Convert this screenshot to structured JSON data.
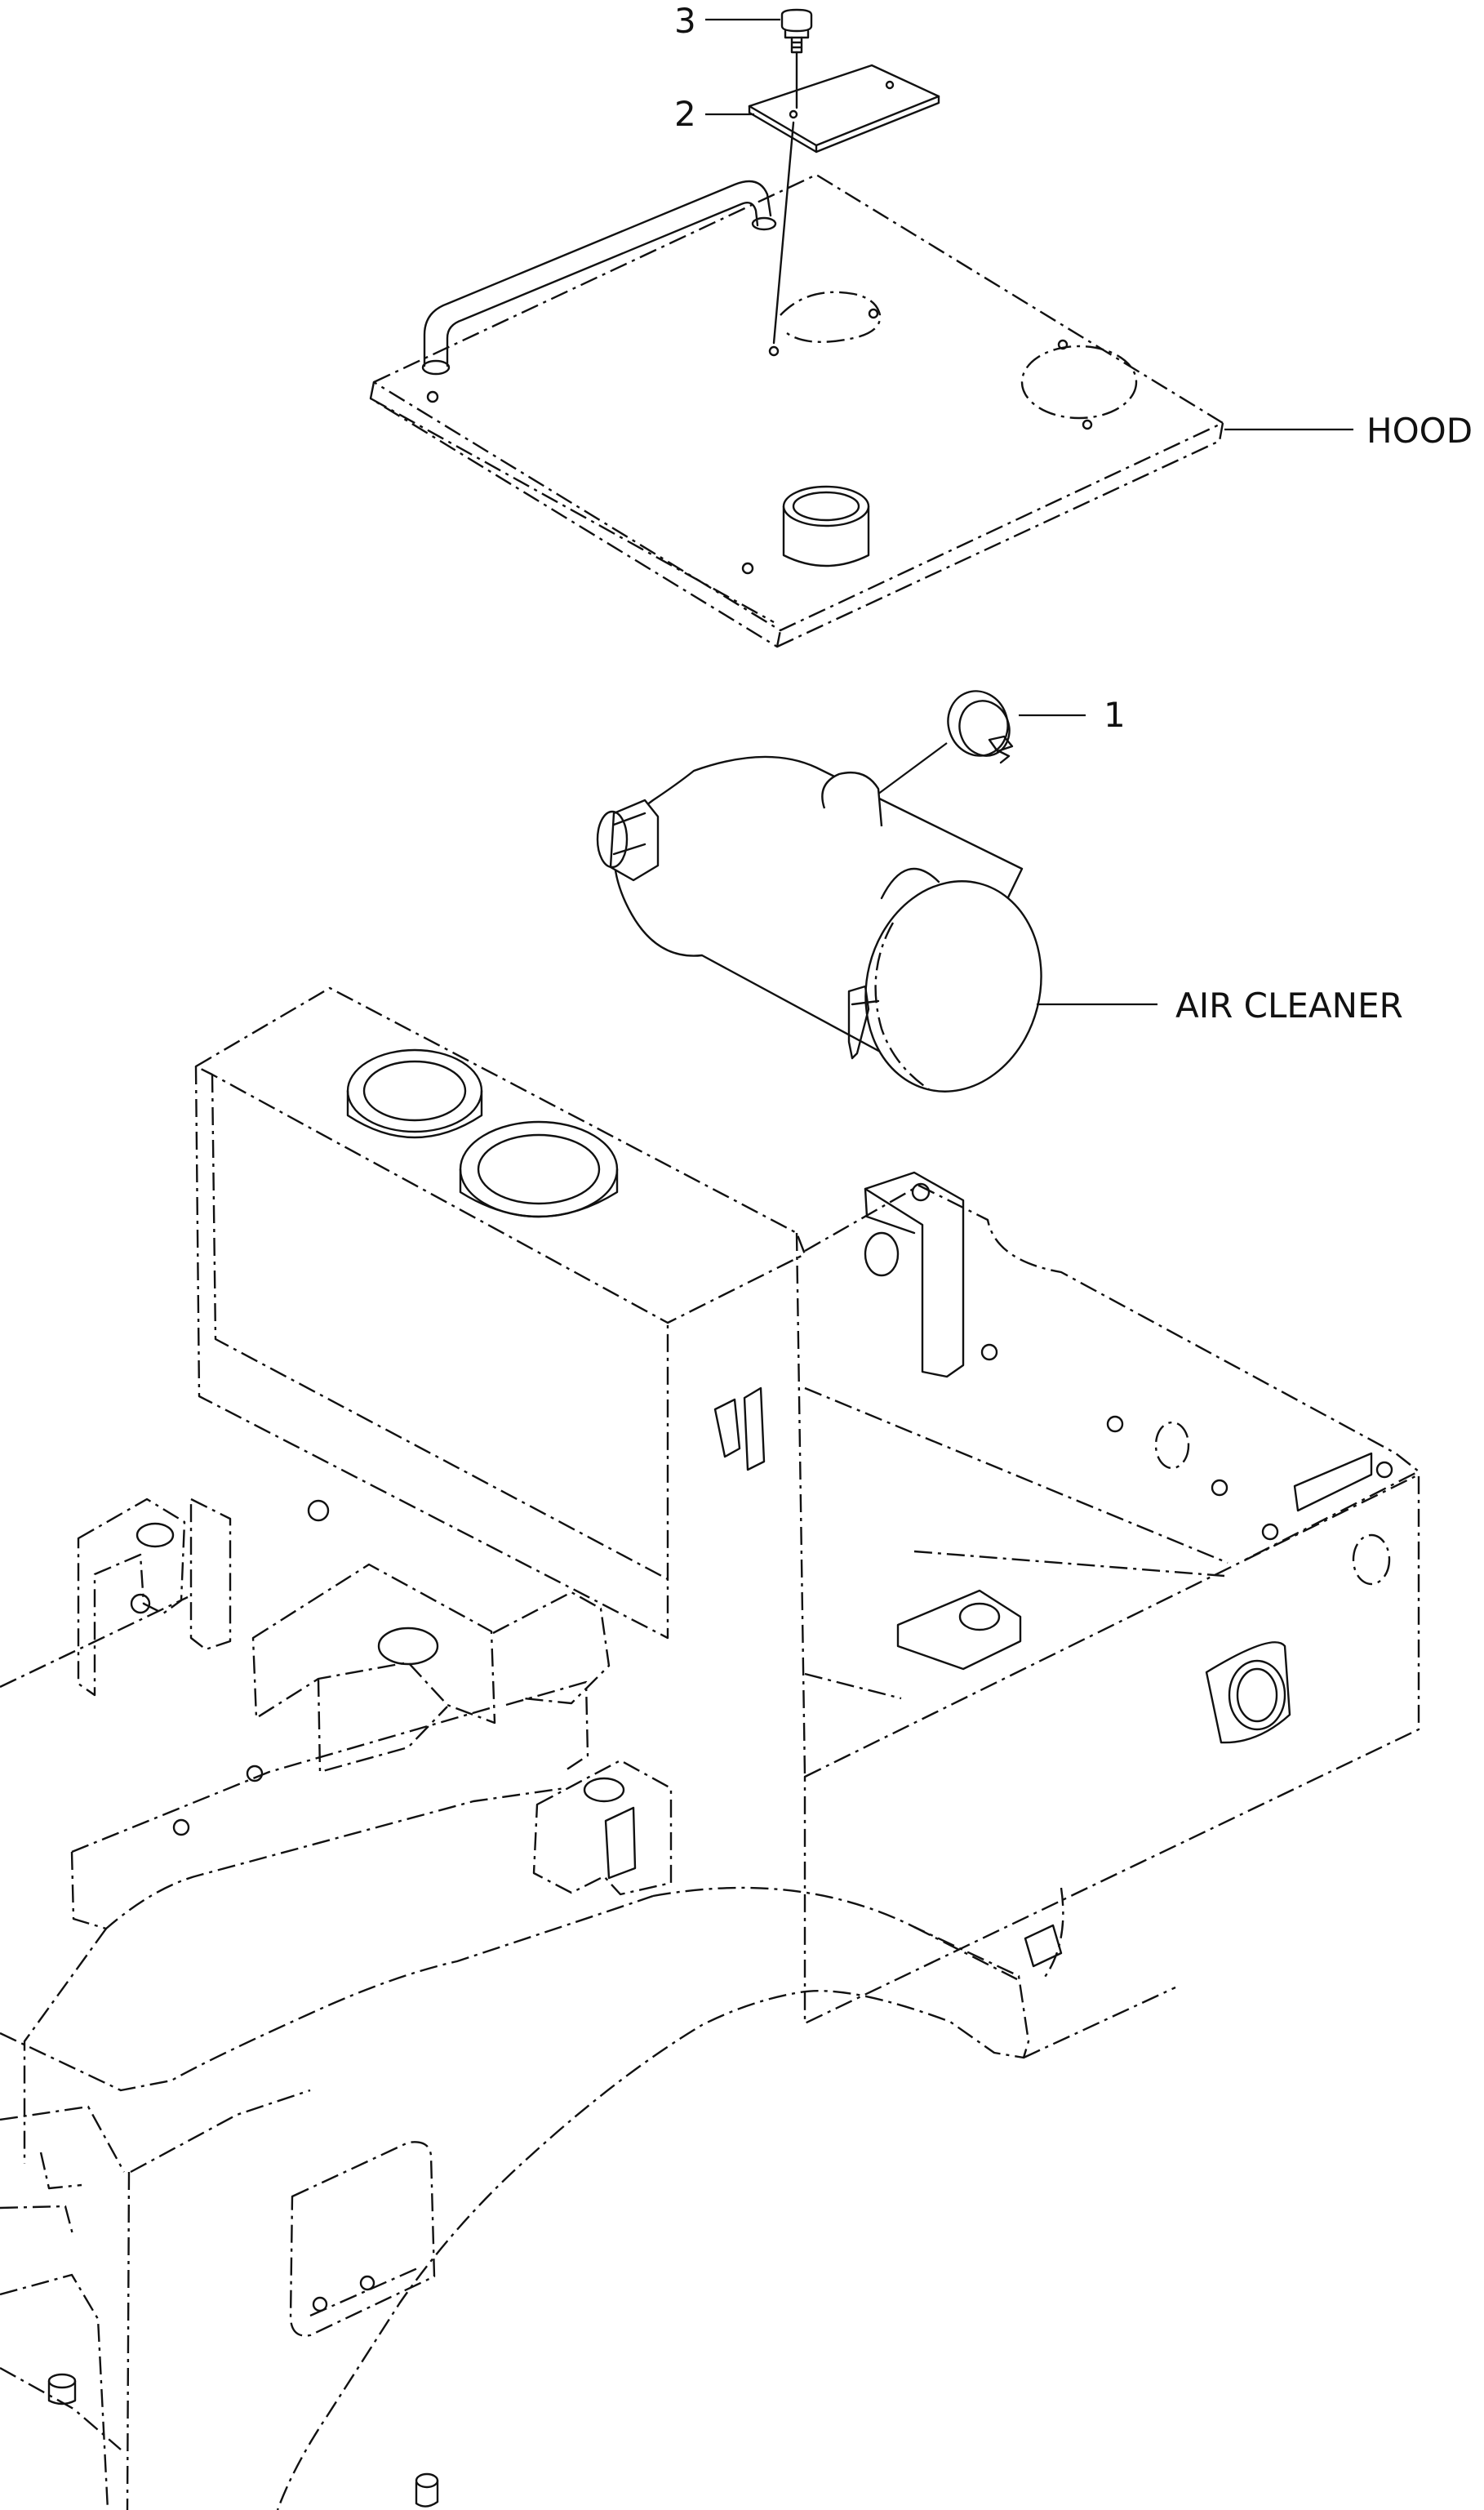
{
  "callouts": {
    "part_1": "1",
    "part_2": "2",
    "part_3": "3"
  },
  "labels": {
    "hood": "HOOD",
    "air_cleaner": "AIR CLEANER"
  }
}
